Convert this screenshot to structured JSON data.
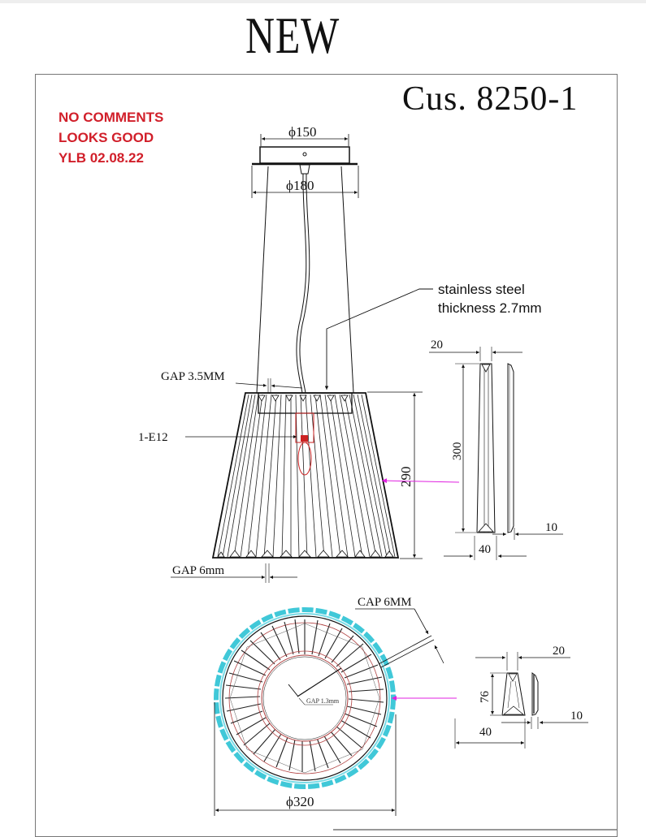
{
  "header": {
    "title": "NEW",
    "model_number": "Cus. 8250-1"
  },
  "approval_stamp": {
    "lines": [
      "NO COMMENTS",
      "LOOKS GOOD",
      "YLB 02.08.22"
    ],
    "color": "#d11f2a"
  },
  "side_view": {
    "canopy_diameter": "ϕ150",
    "mount_diameter": "ϕ180",
    "material_note_line1": "stainless steel",
    "material_note_line2": "thickness 2.7mm",
    "gap_top": "GAP 3.5MM",
    "bulb_label": "1-E12",
    "shade_height": "290",
    "gap_bottom": "GAP 6mm"
  },
  "crystal_side_detail": {
    "width_top": "20",
    "length": "300",
    "thickness": "10",
    "width_bottom": "40"
  },
  "top_view": {
    "cap_label": "CAP 6MM",
    "inner_gap_label": "GAP 1.3mm",
    "outer_diameter": "ϕ320"
  },
  "crystal_top_detail": {
    "width_top": "20",
    "length": "76",
    "thickness": "10",
    "width_bottom": "40"
  },
  "colors": {
    "outline": "#111111",
    "bulb": "#cc2222",
    "leader_arrow": "#e020e0",
    "crystal_glow": "#40c8d8",
    "inner_ring": "#b04040"
  }
}
